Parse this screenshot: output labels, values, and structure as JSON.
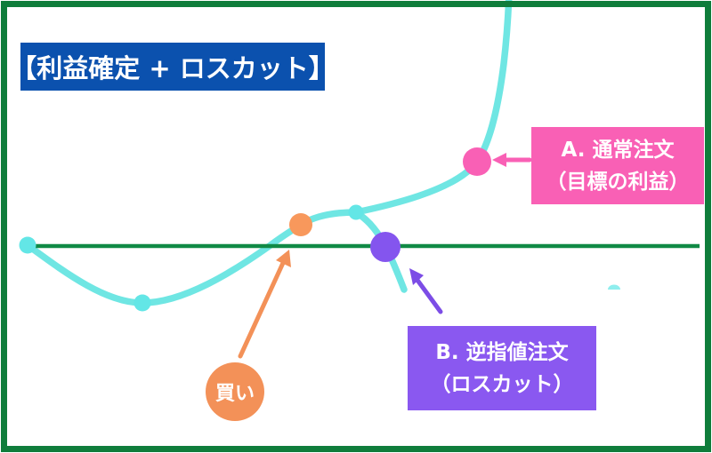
{
  "palette": {
    "frame_border": "#0f7d3b",
    "baseline_green": "#108a45",
    "curve_cyan": "#6fe6e3",
    "curve_dot_cyan": "#63e6e6",
    "pink": "#f960b5",
    "purple_box": "#8a58f0",
    "purple_dot": "#8455ee",
    "purple_arrow": "#7c4de6",
    "orange": "#f39158",
    "orange_dot": "#f8985c",
    "title_bg": "#0b51ae",
    "text_white": "#ffffff",
    "artifact_cyan": "#8feeee"
  },
  "title": {
    "text": "【利益確定 + ロスカット】"
  },
  "annotations": {
    "take_profit": {
      "line1": "A. 通常注文",
      "line2": "（目標の利益）"
    },
    "stop_loss": {
      "line1": "B. 逆指値注文",
      "line2": "（ロスカット）"
    },
    "buy": {
      "label": "買い"
    }
  }
}
